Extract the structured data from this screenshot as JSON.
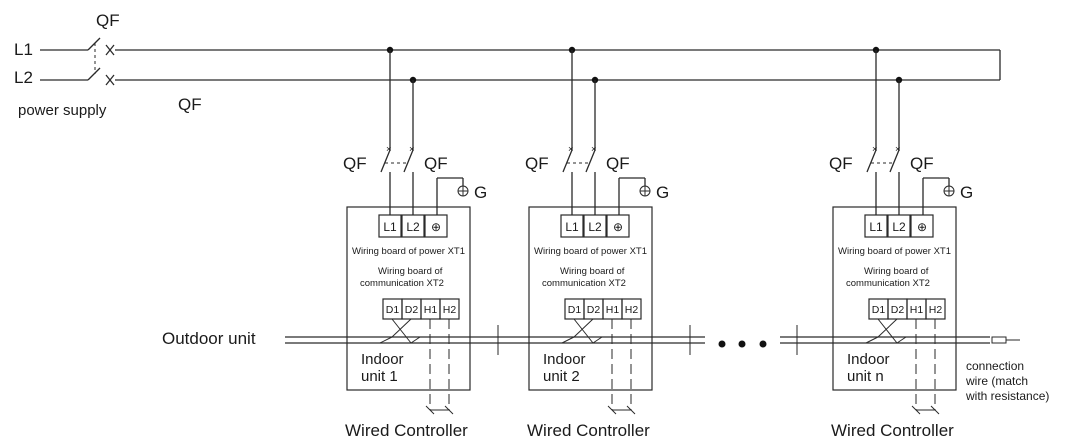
{
  "supply": {
    "line1": "L1",
    "line2": "L2",
    "main_breaker": "QF",
    "power_label": "power supply",
    "qf_label": "QF"
  },
  "outdoor_label": "Outdoor unit",
  "connection_label": [
    "connection",
    "wire (match",
    "with resistance)"
  ],
  "units": [
    {
      "qf_left": "QF",
      "qf_right": "QF",
      "ground": "G",
      "terminals_power": [
        "L1",
        "L2",
        "⊕"
      ],
      "power_board": "Wiring board of power XT1",
      "comm_board_line1": "Wiring board of",
      "comm_board_line2": "communication  XT2",
      "terminals_comm": [
        "D1",
        "D2",
        "H1",
        "H2"
      ],
      "name_line1": "Indoor",
      "name_line2": "unit 1",
      "controller": "Wired Controller"
    },
    {
      "qf_left": "QF",
      "qf_right": "QF",
      "ground": "G",
      "terminals_power": [
        "L1",
        "L2",
        "⊕"
      ],
      "power_board": "Wiring board of power XT1",
      "comm_board_line1": "Wiring board of",
      "comm_board_line2": "communication  XT2",
      "terminals_comm": [
        "D1",
        "D2",
        "H1",
        "H2"
      ],
      "name_line1": "Indoor",
      "name_line2": "unit 2",
      "controller": "Wired Controller"
    },
    {
      "qf_left": "QF",
      "qf_right": "QF",
      "ground": "G",
      "terminals_power": [
        "L1",
        "L2",
        "⊕"
      ],
      "power_board": "Wiring board of power XT1",
      "comm_board_line1": "Wiring board of",
      "comm_board_line2": "communication  XT2",
      "terminals_comm": [
        "D1",
        "D2",
        "H1",
        "H2"
      ],
      "name_line1": "Indoor",
      "name_line2": "unit n",
      "controller": "Wired Controller"
    }
  ]
}
